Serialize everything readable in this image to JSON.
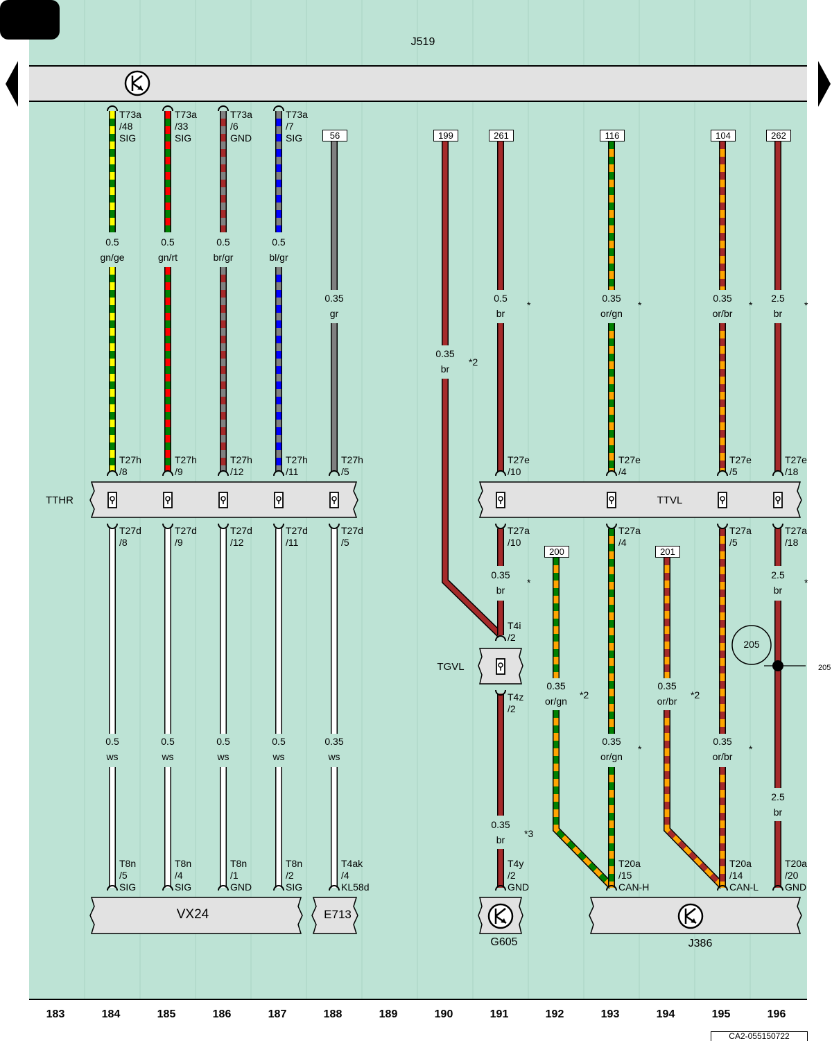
{
  "control_unit_top": "J519",
  "sections": {
    "tthr": "TTHR",
    "ttvl": "TTVL",
    "tgvl": "TGVL"
  },
  "components": {
    "vx24": "VX24",
    "e713": "E713",
    "g605": "G605",
    "j386": "J386"
  },
  "wires": [
    {
      "top_pin": [
        "T73a",
        "/48",
        "SIG"
      ],
      "spec_top": [
        "0.5",
        "gn/ge"
      ],
      "mid_pin": [
        "T27h",
        "/8"
      ],
      "low_pin": [
        "T27d",
        "/8"
      ],
      "spec_low": [
        "0.5",
        "ws"
      ],
      "end_pin": [
        "T8n",
        "/5",
        "SIG"
      ]
    },
    {
      "top_pin": [
        "T73a",
        "/33",
        "SIG"
      ],
      "spec_top": [
        "0.5",
        "gn/rt"
      ],
      "mid_pin": [
        "T27h",
        "/9"
      ],
      "low_pin": [
        "T27d",
        "/9"
      ],
      "spec_low": [
        "0.5",
        "ws"
      ],
      "end_pin": [
        "T8n",
        "/4",
        "SIG"
      ]
    },
    {
      "top_pin": [
        "T73a",
        "/6",
        "GND"
      ],
      "spec_top": [
        "0.5",
        "br/gr"
      ],
      "mid_pin": [
        "T27h",
        "/12"
      ],
      "low_pin": [
        "T27d",
        "/12"
      ],
      "spec_low": [
        "0.5",
        "ws"
      ],
      "end_pin": [
        "T8n",
        "/1",
        "GND"
      ]
    },
    {
      "top_pin": [
        "T73a",
        "/7",
        "SIG"
      ],
      "spec_top": [
        "0.5",
        "bl/gr"
      ],
      "mid_pin": [
        "T27h",
        "/11"
      ],
      "low_pin": [
        "T27d",
        "/11"
      ],
      "spec_low": [
        "0.5",
        "ws"
      ],
      "end_pin": [
        "T8n",
        "/2",
        "SIG"
      ]
    },
    {
      "ref": "56",
      "spec_top": [
        "0.35",
        "gr"
      ],
      "mid_pin": [
        "T27h",
        "/5"
      ],
      "low_pin": [
        "T27d",
        "/5"
      ],
      "spec_low": [
        "0.35",
        "ws"
      ],
      "end_pin": [
        "T4ak",
        "/4",
        "KL58d"
      ]
    },
    {
      "ref": "199",
      "spec": [
        "0.35",
        "br"
      ],
      "note": "*2"
    },
    {
      "ref": "261",
      "spec_top": [
        "0.5",
        "br"
      ],
      "note_top": "*",
      "mid_pin": [
        "T27e",
        "/10"
      ],
      "low_pin": [
        "T27a",
        "/10"
      ],
      "spec_mid": [
        "0.35",
        "br"
      ],
      "note_mid": "*",
      "tgvl_in": [
        "T4i",
        "/2"
      ],
      "tgvl_out": [
        "T4z",
        "/2"
      ],
      "spec_low": [
        "0.35",
        "br"
      ],
      "note_low": "*3",
      "end_pin": [
        "T4y",
        "/2",
        "GND"
      ]
    },
    {
      "ref": "200",
      "spec": [
        "0.35",
        "or/gn"
      ],
      "note": "*2"
    },
    {
      "ref": "116",
      "spec_top": [
        "0.35",
        "or/gn"
      ],
      "note_top": "*",
      "mid_pin": [
        "T27e",
        "/4"
      ],
      "low_pin": [
        "T27a",
        "/4"
      ],
      "spec_low": [
        "0.35",
        "or/gn"
      ],
      "note_low": "*",
      "end_pin": [
        "T20a",
        "/15",
        "CAN-H"
      ]
    },
    {
      "ref": "201",
      "spec": [
        "0.35",
        "or/br"
      ],
      "note": "*2"
    },
    {
      "ref": "104",
      "spec_top": [
        "0.35",
        "or/br"
      ],
      "note_top": "*",
      "mid_pin": [
        "T27e",
        "/5"
      ],
      "low_pin": [
        "T27a",
        "/5"
      ],
      "spec_low": [
        "0.35",
        "or/br"
      ],
      "note_low": "*",
      "end_pin": [
        "T20a",
        "/14",
        "CAN-L"
      ]
    },
    {
      "ref": "262",
      "spec_top": [
        "2.5",
        "br"
      ],
      "note_top": "*",
      "mid_pin": [
        "T27e",
        "/18"
      ],
      "low_pin": [
        "T27a",
        "/18"
      ],
      "spec_mid": [
        "2.5",
        "br"
      ],
      "note_mid": "*",
      "spec_low": [
        "2.5",
        "br"
      ],
      "end_pin": [
        "T20a",
        "/20",
        "GND"
      ]
    }
  ],
  "splice": {
    "number": "205",
    "continuation": "205"
  },
  "columns": [
    "183",
    "184",
    "185",
    "186",
    "187",
    "188",
    "189",
    "190",
    "191",
    "192",
    "193",
    "194",
    "195",
    "196"
  ],
  "doc_code": "CA2-055150722",
  "colors": {
    "background": "#bde3d5",
    "bar": "#e2e2e2",
    "br": "#a52a2a",
    "gn": "#008000",
    "ge": "#ffff00",
    "rt": "#ff0000",
    "gr": "#808080",
    "bl": "#0000ff",
    "or": "#ffa500",
    "ws": "#ffffff"
  }
}
